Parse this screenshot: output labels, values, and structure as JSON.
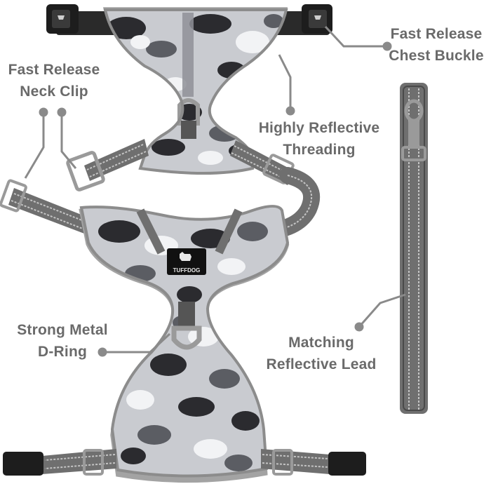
{
  "image": {
    "subject": "dog-harness-and-lead",
    "background_color": "#ffffff"
  },
  "colors": {
    "label_text": "#6a6a6a",
    "leader_line": "#8a8a8a",
    "webbing_gray": "#6f6f6f",
    "webbing_edge": "#4a4a4a",
    "reflective_stripe": "#c4c4c4",
    "trim_gray": "#a3a3a3",
    "camo_black": "#2b2b2f",
    "camo_dark": "#5b5d63",
    "camo_mid": "#8f9198",
    "camo_light": "#c9cbd0",
    "camo_white": "#f2f3f5",
    "buckle_black": "#1d1d1d",
    "metal": "#9a9a9a"
  },
  "brand": {
    "patch_text": "TUFFDOG"
  },
  "callouts": [
    {
      "id": "fast-release-chest-buckle",
      "lines": [
        "Fast Release",
        "Chest Buckle"
      ]
    },
    {
      "id": "fast-release-neck-clip",
      "lines": [
        "Fast Release",
        "Neck Clip"
      ]
    },
    {
      "id": "highly-reflective-threading",
      "lines": [
        "Highly Reflective",
        "Threading"
      ]
    },
    {
      "id": "strong-metal-d-ring",
      "lines": [
        "Strong Metal",
        "D-Ring"
      ]
    },
    {
      "id": "matching-reflective-lead",
      "lines": [
        "Matching",
        "Reflective Lead"
      ]
    }
  ]
}
